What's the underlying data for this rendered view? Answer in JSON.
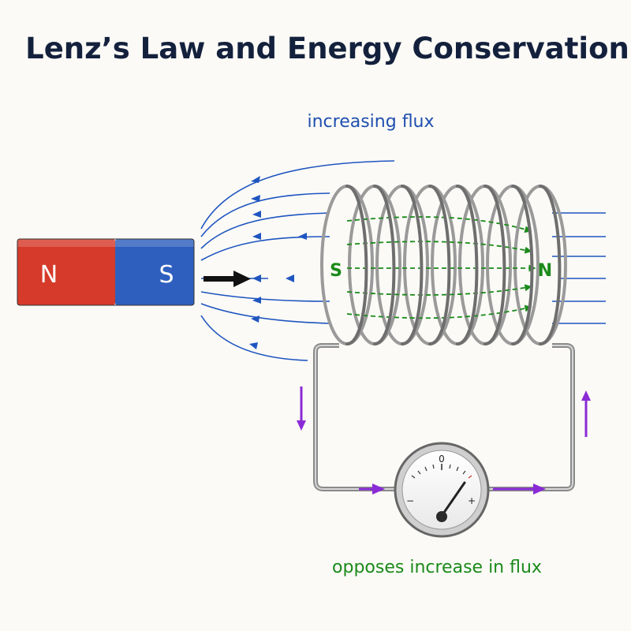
{
  "title": "Lenz’s Law and Energy Conservation",
  "flux_label": "increasing flux",
  "oppose_label": "opposes increase in flux",
  "magnet": {
    "north_label": "N",
    "south_label": "S",
    "north_color": "#d63a2a",
    "south_color": "#2e5fbf"
  },
  "coil": {
    "left_pole_label": "S",
    "right_pole_label": "N",
    "turns": 8
  },
  "meter": {
    "zero_label": "0",
    "minus_label": "−",
    "plus_label": "+"
  },
  "colors": {
    "field_lines": "#1f55c0",
    "induced_field": "#1a8a1a",
    "current_arrows": "#8a2bd6",
    "wire": "#777777",
    "motion_arrow": "#111111"
  },
  "icons": {
    "motion": "arrow-right-icon",
    "current": "current-arrow-icon"
  }
}
